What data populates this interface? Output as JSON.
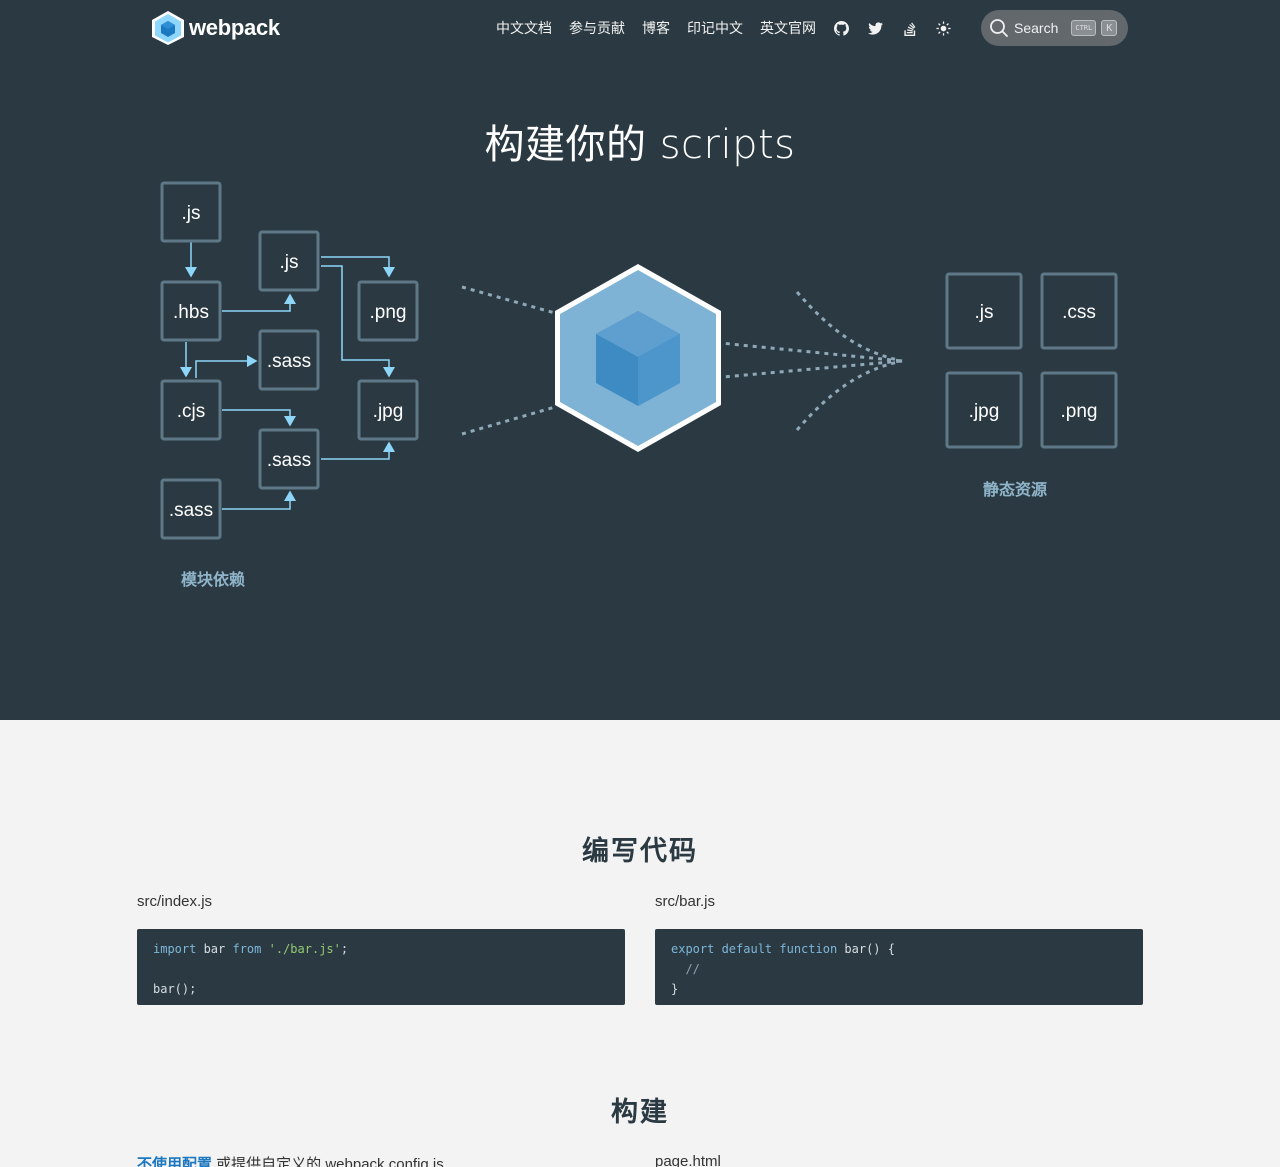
{
  "header": {
    "logo_text": "webpack",
    "nav": [
      {
        "label": "中文文档"
      },
      {
        "label": "参与贡献"
      },
      {
        "label": "博客"
      },
      {
        "label": "印记中文"
      },
      {
        "label": "英文官网"
      }
    ],
    "icons": [
      "github-icon",
      "twitter-icon",
      "stack-overflow-icon",
      "theme-toggle-icon"
    ],
    "search": {
      "label": "Search",
      "key1": "CTRL",
      "key2": "K"
    }
  },
  "hero": {
    "title": "构建你的 scripts",
    "dependencies_label": "模块依赖",
    "assets_label": "静态资源",
    "modules": [
      ".js",
      ".hbs",
      ".cjs",
      ".sass",
      ".js",
      ".sass",
      ".sass",
      ".png",
      ".jpg"
    ],
    "assets": [
      ".js",
      ".css",
      ".jpg",
      ".png"
    ]
  },
  "write_section": {
    "title": "编写代码",
    "file1": "src/index.js",
    "file2": "src/bar.js",
    "code1": {
      "line1_kw1": "import",
      "line1_id": " bar ",
      "line1_kw2": "from",
      "line1_str": " './bar.js'",
      "line1_end": ";",
      "line3": "bar();"
    },
    "code2": {
      "kw1": "export",
      "kw2": " default",
      "kw3": " function",
      "rest": " bar() {",
      "comment": "  //",
      "close": "}"
    }
  },
  "build_section": {
    "title": "构建",
    "intro_link": "不使用配置",
    "intro_text": " 或提供自定义的 webpack.config.js",
    "file_right": "page.html"
  },
  "colors": {
    "hero_bg": "#2b3a42",
    "page_bg": "#f3f3f3",
    "accent": "#8dd6f9",
    "link": "#1d78c1"
  }
}
